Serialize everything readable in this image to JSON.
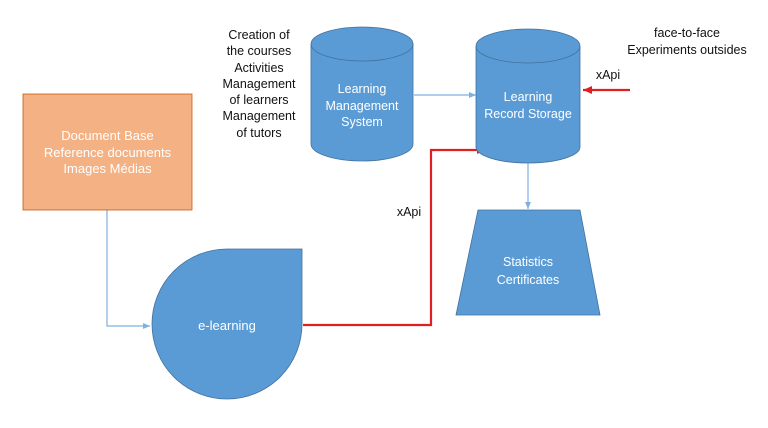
{
  "colors": {
    "shape_blue": "#5b9bd5",
    "shape_blue_stroke": "#41719c",
    "orange": "#f4b183",
    "orange_stroke": "#c55a11",
    "connector_blue": "#7eb0e0",
    "xapi_red": "#e02020"
  },
  "nodes": {
    "document_base": {
      "lines": [
        "Document Base",
        "Reference documents",
        "Images Médias"
      ],
      "shape": "rectangle"
    },
    "lms": {
      "lines": [
        "Learning",
        "Management",
        "System"
      ],
      "shape": "cylinder"
    },
    "lrs": {
      "lines": [
        "Learning",
        "Record Storage"
      ],
      "shape": "cylinder"
    },
    "statistics": {
      "lines": [
        "Statistics",
        "Certificates"
      ],
      "shape": "trapezoid"
    },
    "elearning": {
      "lines": [
        "e-learning"
      ],
      "shape": "teardrop"
    }
  },
  "annotations": {
    "lms_notes": {
      "lines": [
        "Creation of",
        "the courses",
        "Activities",
        "Management",
        "of learners",
        "Management",
        "of tutors"
      ]
    },
    "face_to_face": {
      "lines": [
        "face-to-face",
        "Experiments outsides"
      ]
    },
    "xapi_right": "xApi",
    "xapi_mid": "xApi"
  },
  "arrows": [
    {
      "from": "document_base",
      "to": "elearning",
      "style": "connector"
    },
    {
      "from": "lms",
      "to": "lrs",
      "style": "connector"
    },
    {
      "from": "lrs",
      "to": "statistics",
      "style": "connector"
    },
    {
      "from": "elearning",
      "to": "lrs",
      "style": "xapi"
    },
    {
      "from": "face_to_face",
      "to": "lrs",
      "style": "xapi"
    }
  ]
}
